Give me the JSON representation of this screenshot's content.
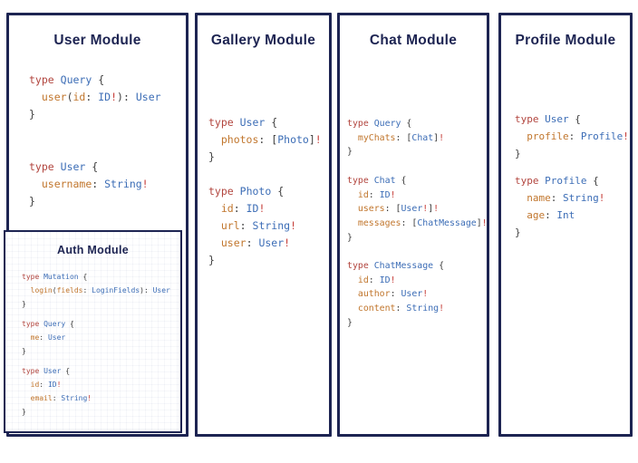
{
  "colors": {
    "navy": "#1d2452",
    "kw": "#b2453e",
    "ty": "#3c6db6",
    "fi": "#c1762d",
    "pu": "#3d3d3d",
    "bang": "#c63d38"
  },
  "panels": [
    {
      "title": "User Module",
      "blocks": [
        [
          "type Query {",
          "  user(id: ID!): User",
          "}"
        ],
        [
          "type User {",
          "  username: String!",
          "}"
        ]
      ]
    },
    {
      "title": "Gallery Module",
      "blocks": [
        [
          "type User {",
          "  photos: [Photo]!",
          "}"
        ],
        [
          "type Photo {",
          "  id: ID!",
          "  url: String!",
          "  user: User!",
          "}"
        ]
      ]
    },
    {
      "title": "Chat Module",
      "blocks": [
        [
          "type Query {",
          "  myChats: [Chat]!",
          "}"
        ],
        [
          "type Chat {",
          "  id: ID!",
          "  users: [User!]!",
          "  messages: [ChatMessage]!",
          "}"
        ],
        [
          "type ChatMessage {",
          "  id: ID!",
          "  author: User!",
          "  content: String!",
          "}"
        ]
      ]
    },
    {
      "title": "Profile Module",
      "blocks": [
        [
          "type User {",
          "  profile: Profile!",
          "}"
        ],
        [
          "type Profile {",
          "  name: String!",
          "  age: Int",
          "}"
        ]
      ]
    }
  ],
  "auth_panel": {
    "title": "Auth Module",
    "blocks": [
      [
        "type Mutation {",
        "  login(fields: LoginFields): User",
        "}"
      ],
      [
        "type Query {",
        "  me: User",
        "}"
      ],
      [
        "type User {",
        "  id: ID!",
        "  email: String!",
        "}"
      ]
    ]
  }
}
